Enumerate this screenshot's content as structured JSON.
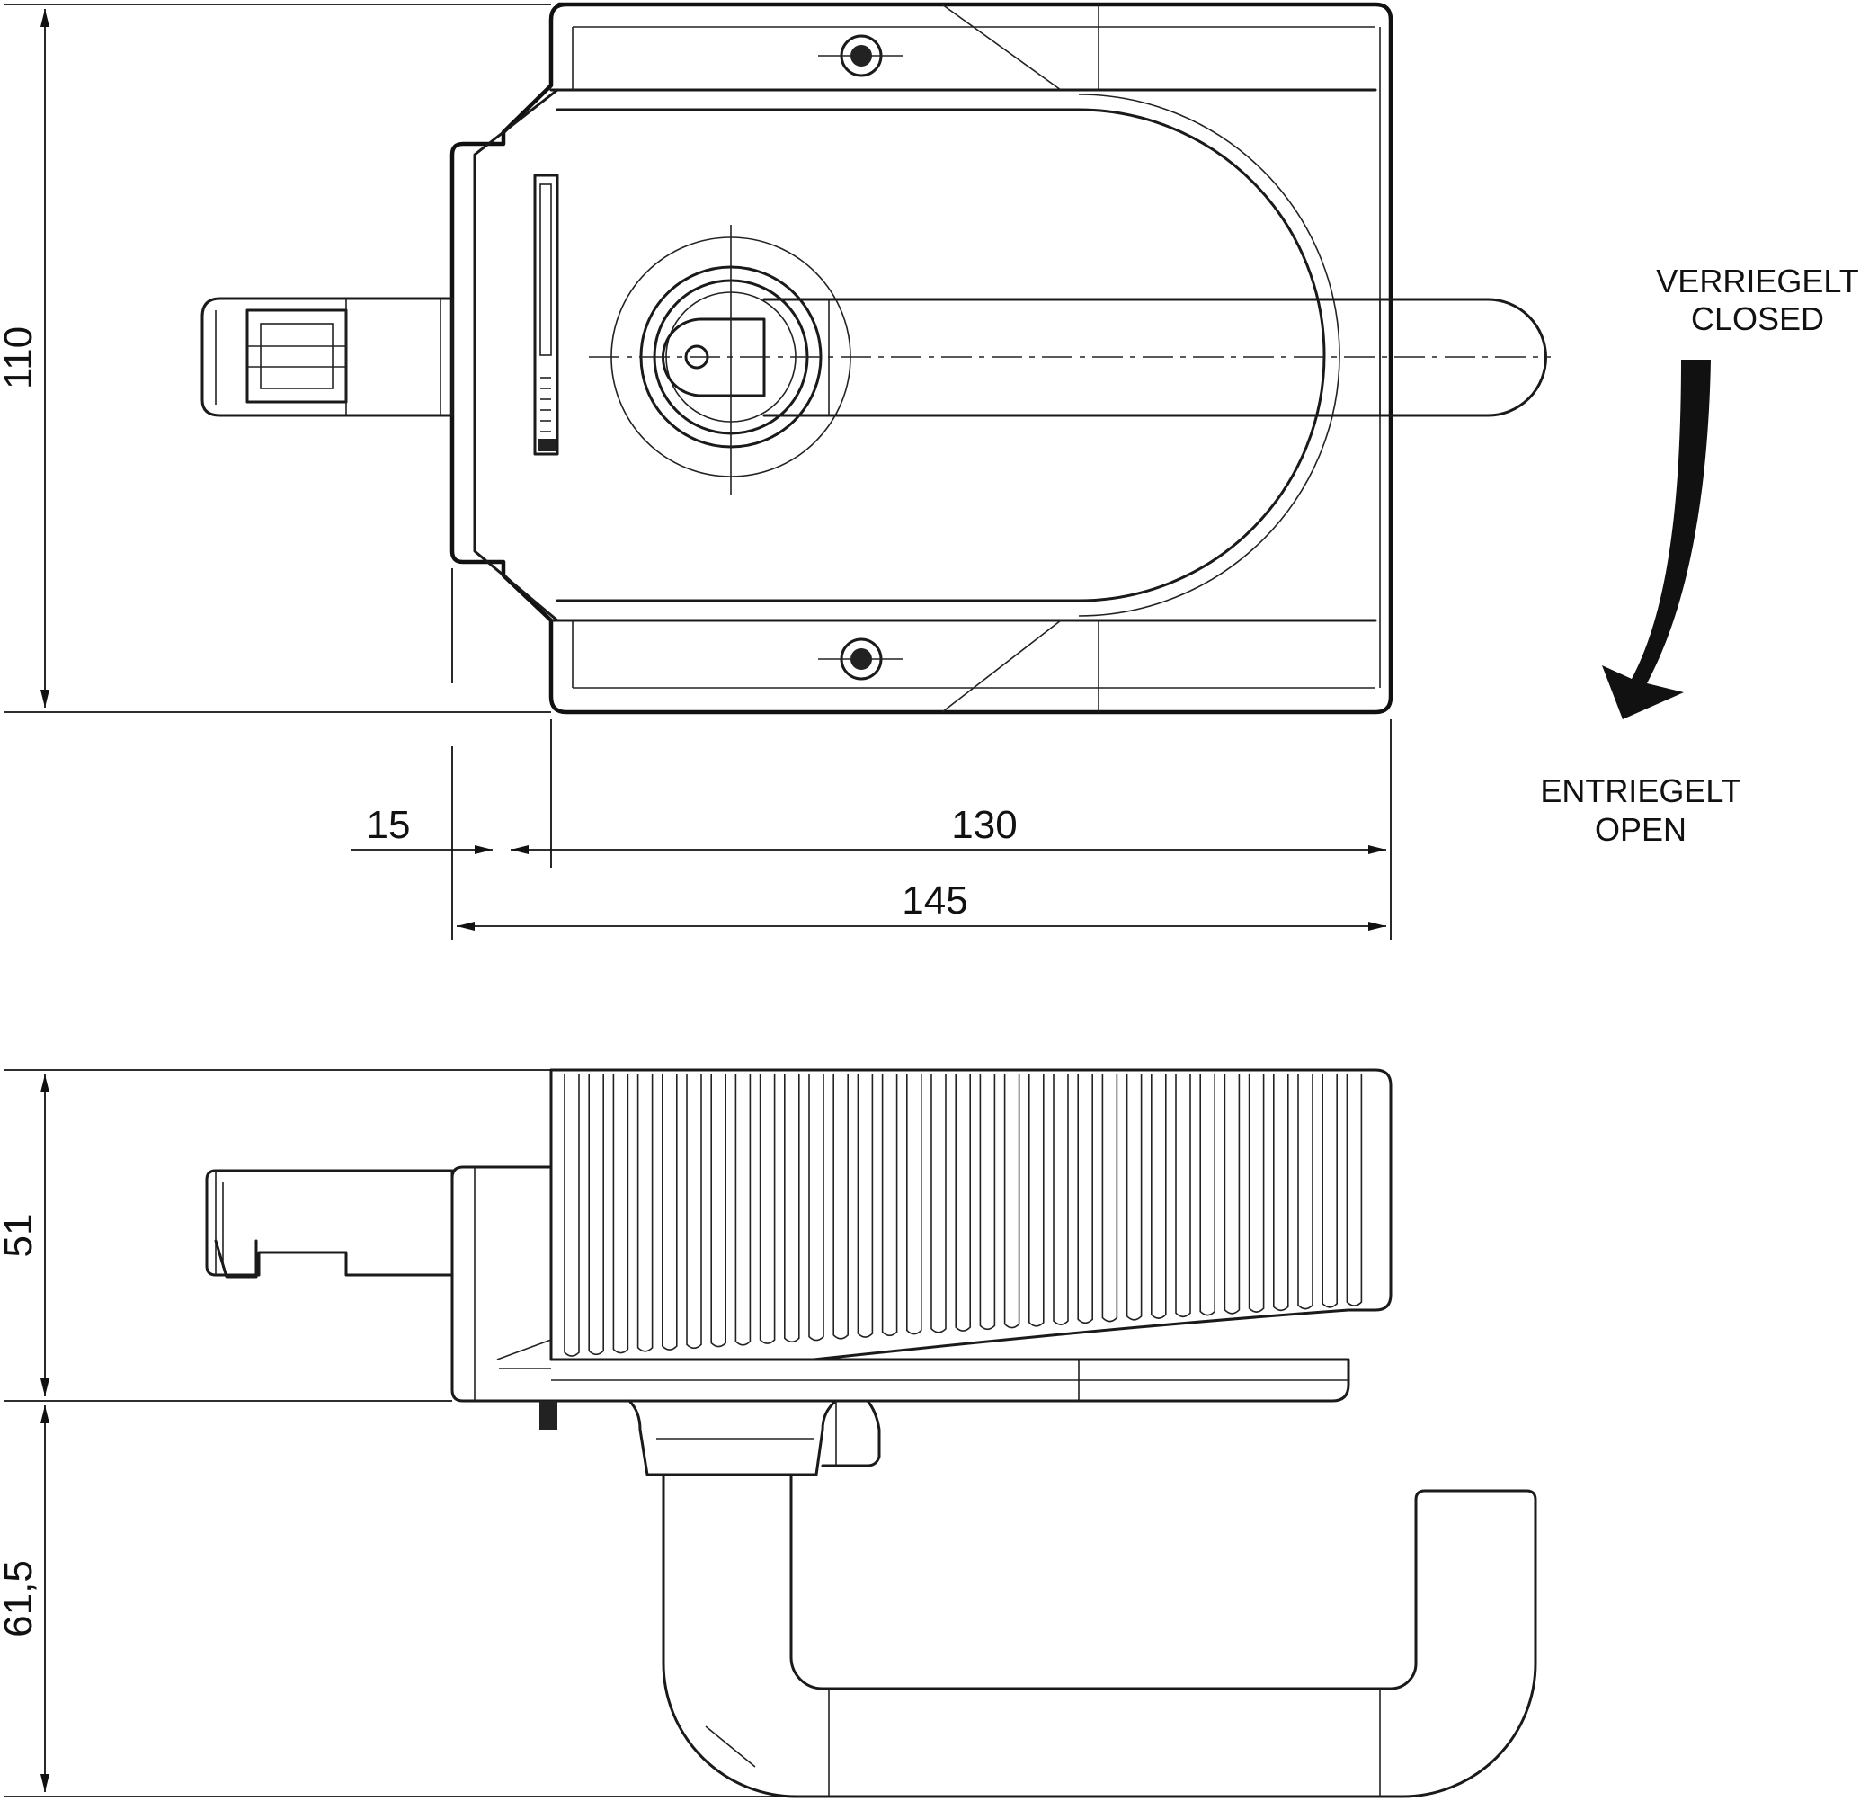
{
  "dimensions": {
    "height_top": "110",
    "height_body": "51",
    "height_handle": "61,5",
    "width_offset": "15",
    "width_body": "130",
    "width_total": "145"
  },
  "labels": {
    "locked_de": "VERRIEGELT",
    "locked_en": "CLOSED",
    "unlocked_de": "ENTRIEGELT",
    "unlocked_en": "OPEN"
  }
}
